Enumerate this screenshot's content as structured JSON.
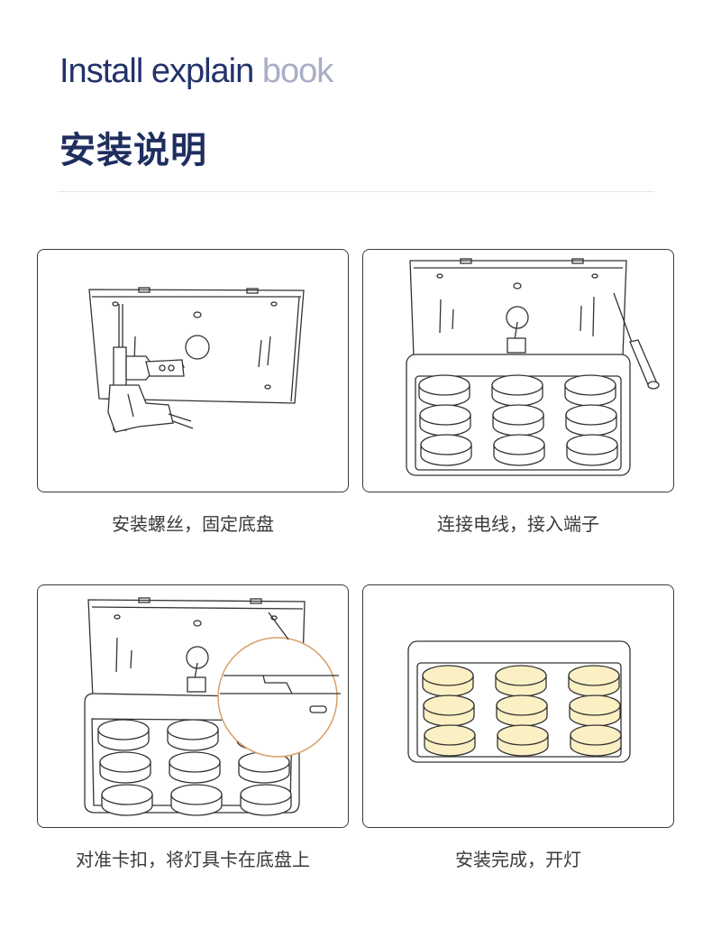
{
  "header": {
    "title_en_dark": "Install explain ",
    "title_en_light": "book",
    "title_cn": "安装说明"
  },
  "steps": [
    {
      "caption": "安装螺丝，固定底盘"
    },
    {
      "caption": "连接电线，接入端子"
    },
    {
      "caption": "对准卡扣，将灯具卡在底盘上"
    },
    {
      "caption": "安装完成，开灯"
    }
  ],
  "colors": {
    "title_dark": "#23336a",
    "title_light": "#a9aec6",
    "line": "#333333",
    "zoom_circle": "#d8a06a",
    "lit_lens": "#fbf0c4"
  }
}
